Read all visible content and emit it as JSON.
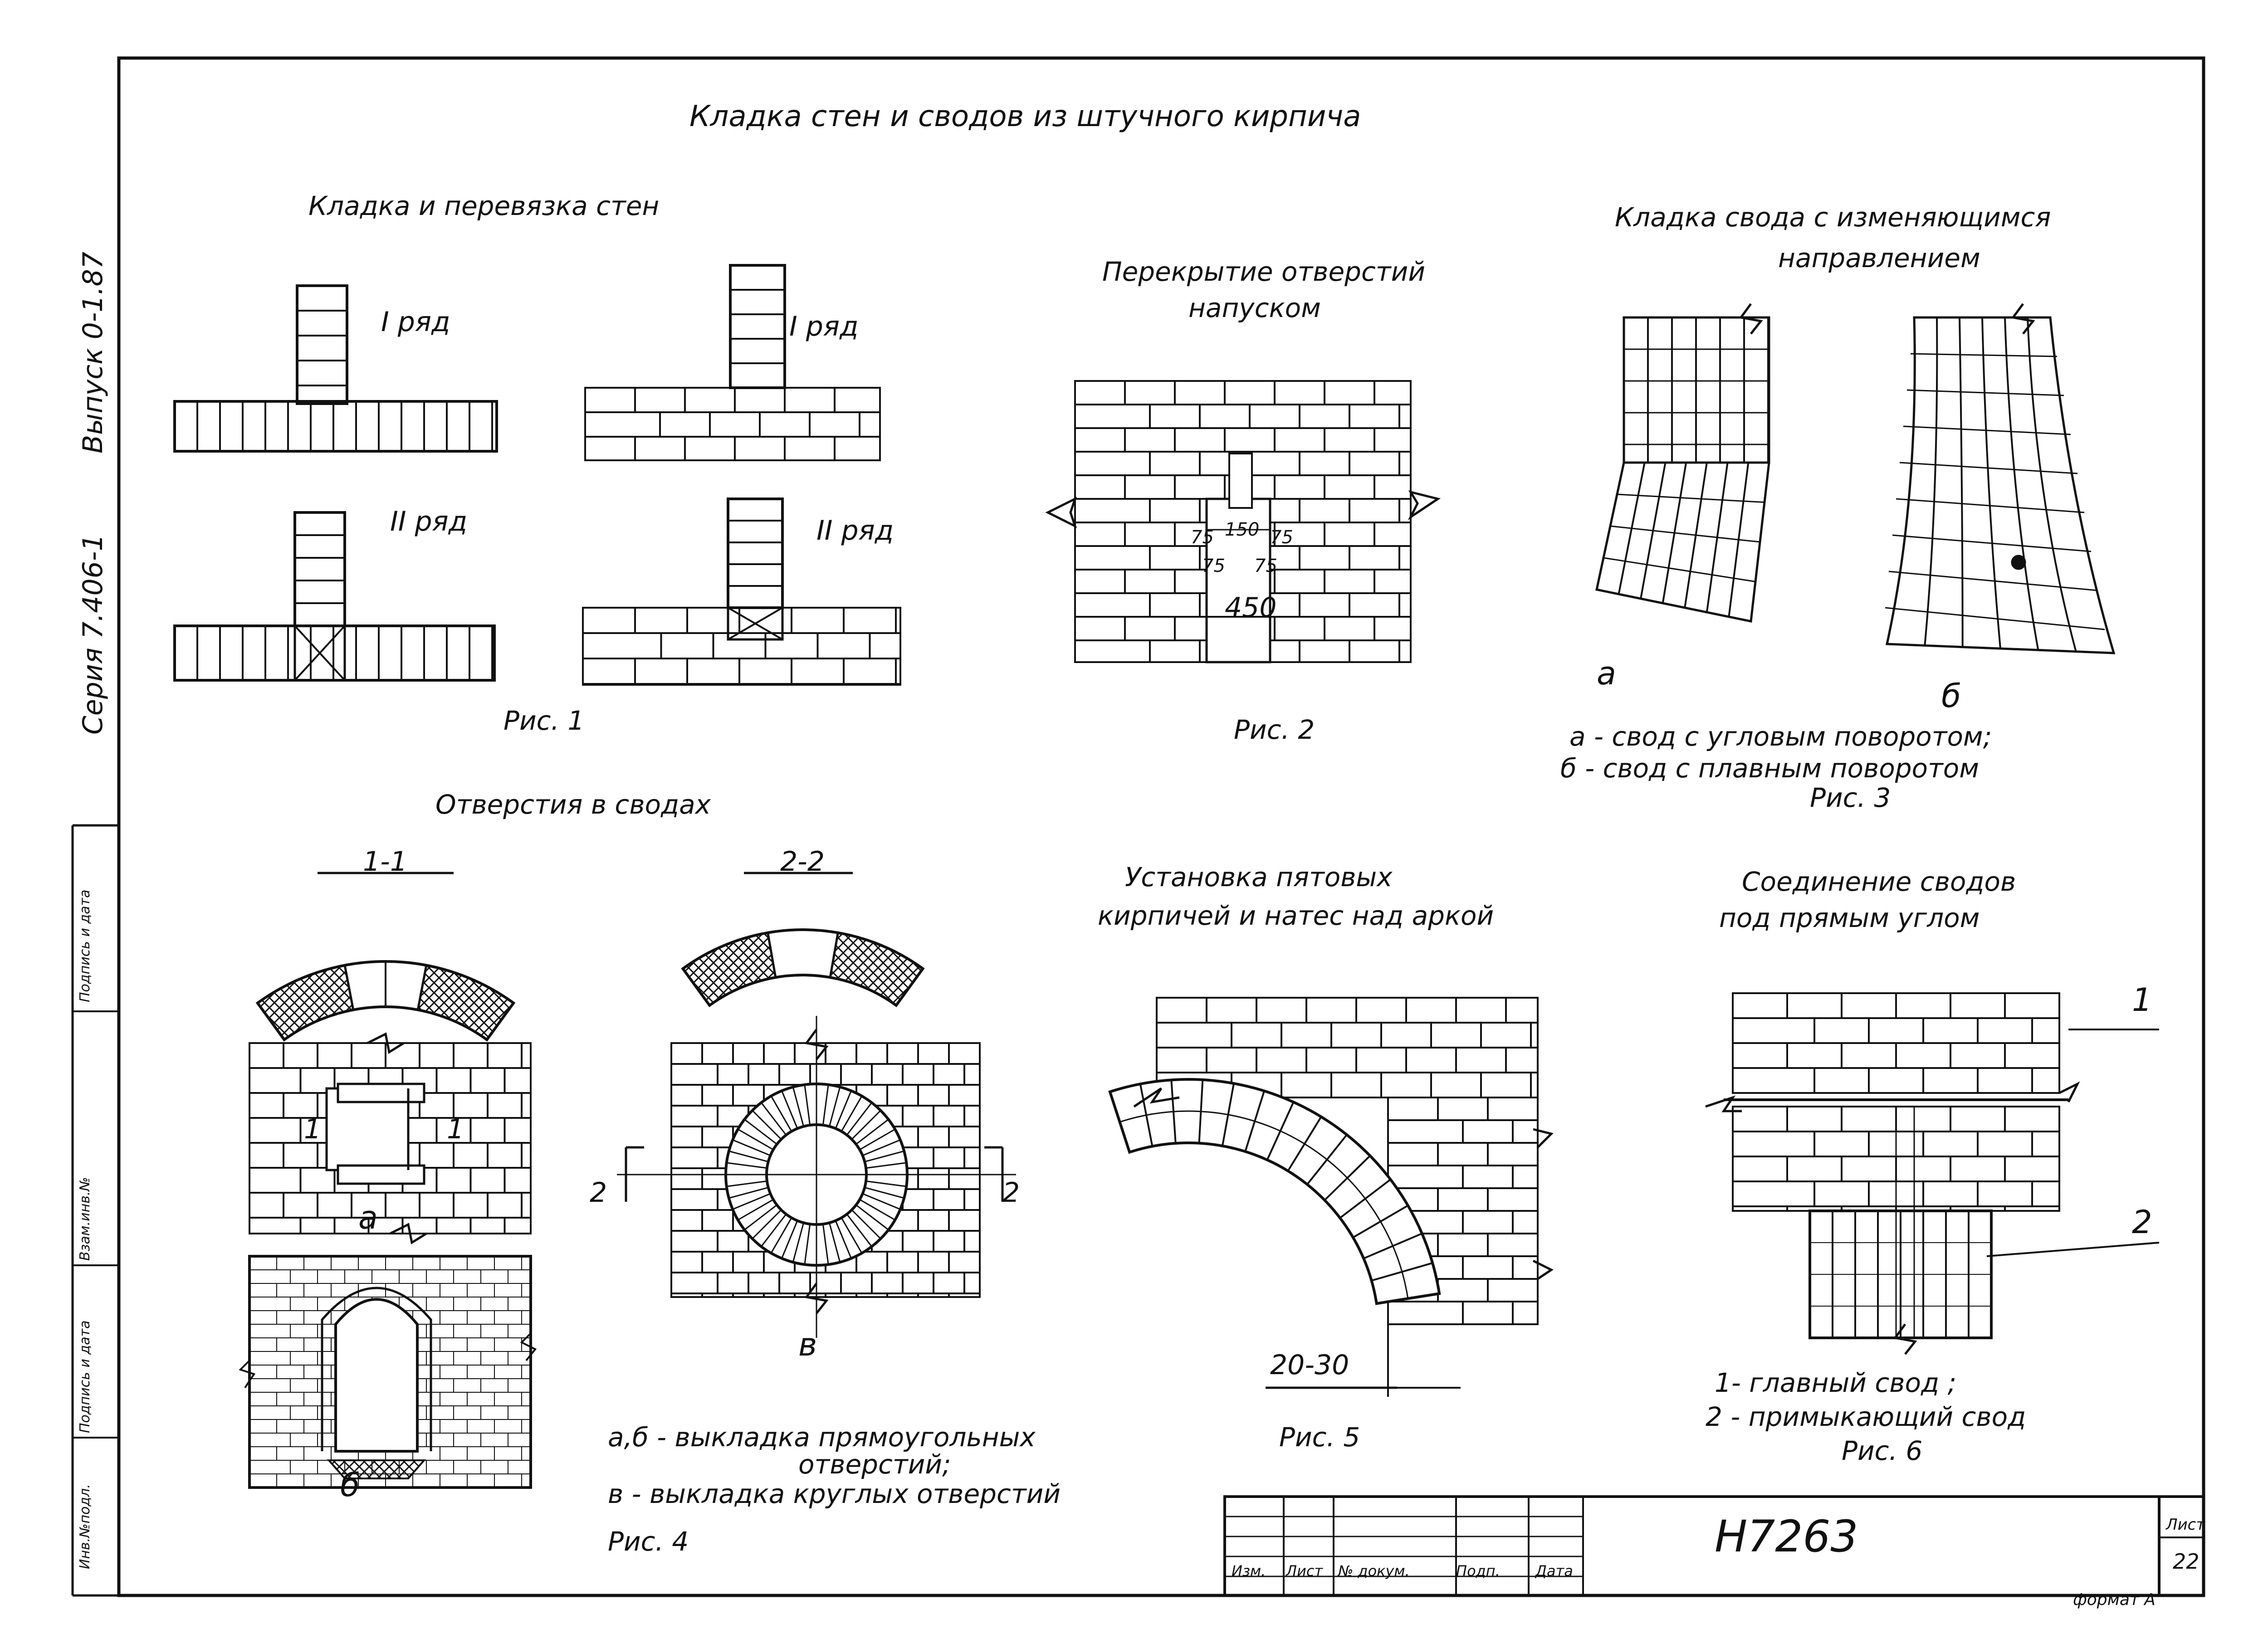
{
  "sheet_title": "Кладка стен и сводов из штучного кирпича",
  "side_stamp": {
    "series": "Серия 7.406-1",
    "issue": "Выпуск 0-1.87",
    "col1": "Инв.№подл.",
    "col2": "Подпись и дата",
    "col3": "Взам.инв.№",
    "col4": "Подпись и дата"
  },
  "fig1": {
    "heading": "Кладка и перевязка стен",
    "row1_left": "I ряд",
    "row1_right": "I ряд",
    "row2_left": "II ряд",
    "row2_right": "II ряд",
    "caption": "Рис. 1"
  },
  "fig2": {
    "heading_line1": "Перекрытие отверстий",
    "heading_line2": "напуском",
    "dim_150": "150",
    "dim_75a": "75",
    "dim_75b": "75",
    "dim_75c": "75",
    "dim_75d": "75",
    "dim_450": "450",
    "caption": "Рис. 2"
  },
  "fig3": {
    "heading_line1": "Кладка свода с изменяющимся",
    "heading_line2": "направлением",
    "label_a": "а",
    "label_b": "б",
    "legend_a": "а - свод с угловым поворотом;",
    "legend_b": "б - свод с плавным поворотом",
    "caption": "Рис. 3"
  },
  "fig4": {
    "heading": "Отверстия в сводах",
    "section_11": "1-1",
    "section_22": "2-2",
    "mark_1_left": "1",
    "mark_1_right": "1",
    "mark_2_left": "2",
    "mark_2_right": "2",
    "label_a": "а",
    "label_b": "б",
    "label_v": "в",
    "legend_line1": "а,б - выкладка прямоугольных",
    "legend_line2": "отверстий;",
    "legend_line3": "в - выкладка круглых отверстий",
    "caption": "Рис. 4"
  },
  "fig5": {
    "heading_line1": "Установка пятовых",
    "heading_line2": "кирпичей и натес над аркой",
    "dim": "20-30",
    "caption": "Рис. 5"
  },
  "fig6": {
    "heading_line1": "Соединение сводов",
    "heading_line2": "под прямым углом",
    "mark_1": "1",
    "mark_2": "2",
    "legend_1": "1- главный свод ;",
    "legend_2": "2 - примыкающий свод",
    "caption": "Рис. 6"
  },
  "title_block": {
    "drawing_no": "Н7263",
    "col_izm": "Изм.",
    "col_list": "Лист",
    "col_doc": "№ докум.",
    "col_podp": "Подп.",
    "col_date": "Дата",
    "sheet_label": "Лист",
    "sheet_no": "22",
    "format": "формат А"
  }
}
